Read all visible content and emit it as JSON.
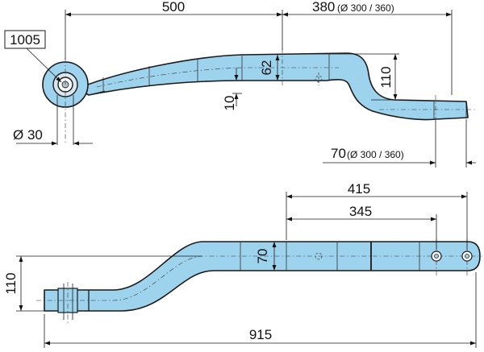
{
  "part_number": "1005",
  "top_view": {
    "length_eye_to_center": "500",
    "length_center_to_end": "380",
    "length_center_to_end_note": "(Ø 300 / 360)",
    "thickness": "62",
    "drop_height": "110",
    "eye_offset": "10",
    "eye_diameter": "Ø 30",
    "end_length": "70",
    "end_length_note": "(Ø 300 / 360)"
  },
  "bottom_view": {
    "overall_width": "415",
    "hole_spacing": "345",
    "width": "70",
    "offset": "110",
    "overall_length": "915"
  },
  "colors": {
    "part_fill": "#9ed3ee",
    "outline": "#1a1a1a"
  }
}
